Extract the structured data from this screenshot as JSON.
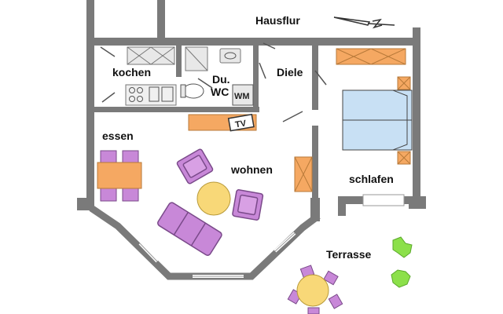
{
  "floorplan": {
    "rooms": {
      "hallway": "Hausflur",
      "kitchen": "kochen",
      "bathroom_line1": "Du.",
      "bathroom_line2": "WC",
      "hall": "Diele",
      "dining": "essen",
      "living": "wohnen",
      "bedroom": "schlafen",
      "terrace": "Terrasse"
    },
    "fixtures": {
      "tv": "TV",
      "washing_machine": "WM"
    },
    "colors": {
      "wall": "#7a7a7a",
      "furniture_purple": "#c888d8",
      "table_orange": "#f5a862",
      "round_table": "#f8d878",
      "bed_blue": "#c8e0f4",
      "plant_green": "#8ce04a"
    },
    "north_arrow_icon": "north-arrow-icon"
  }
}
